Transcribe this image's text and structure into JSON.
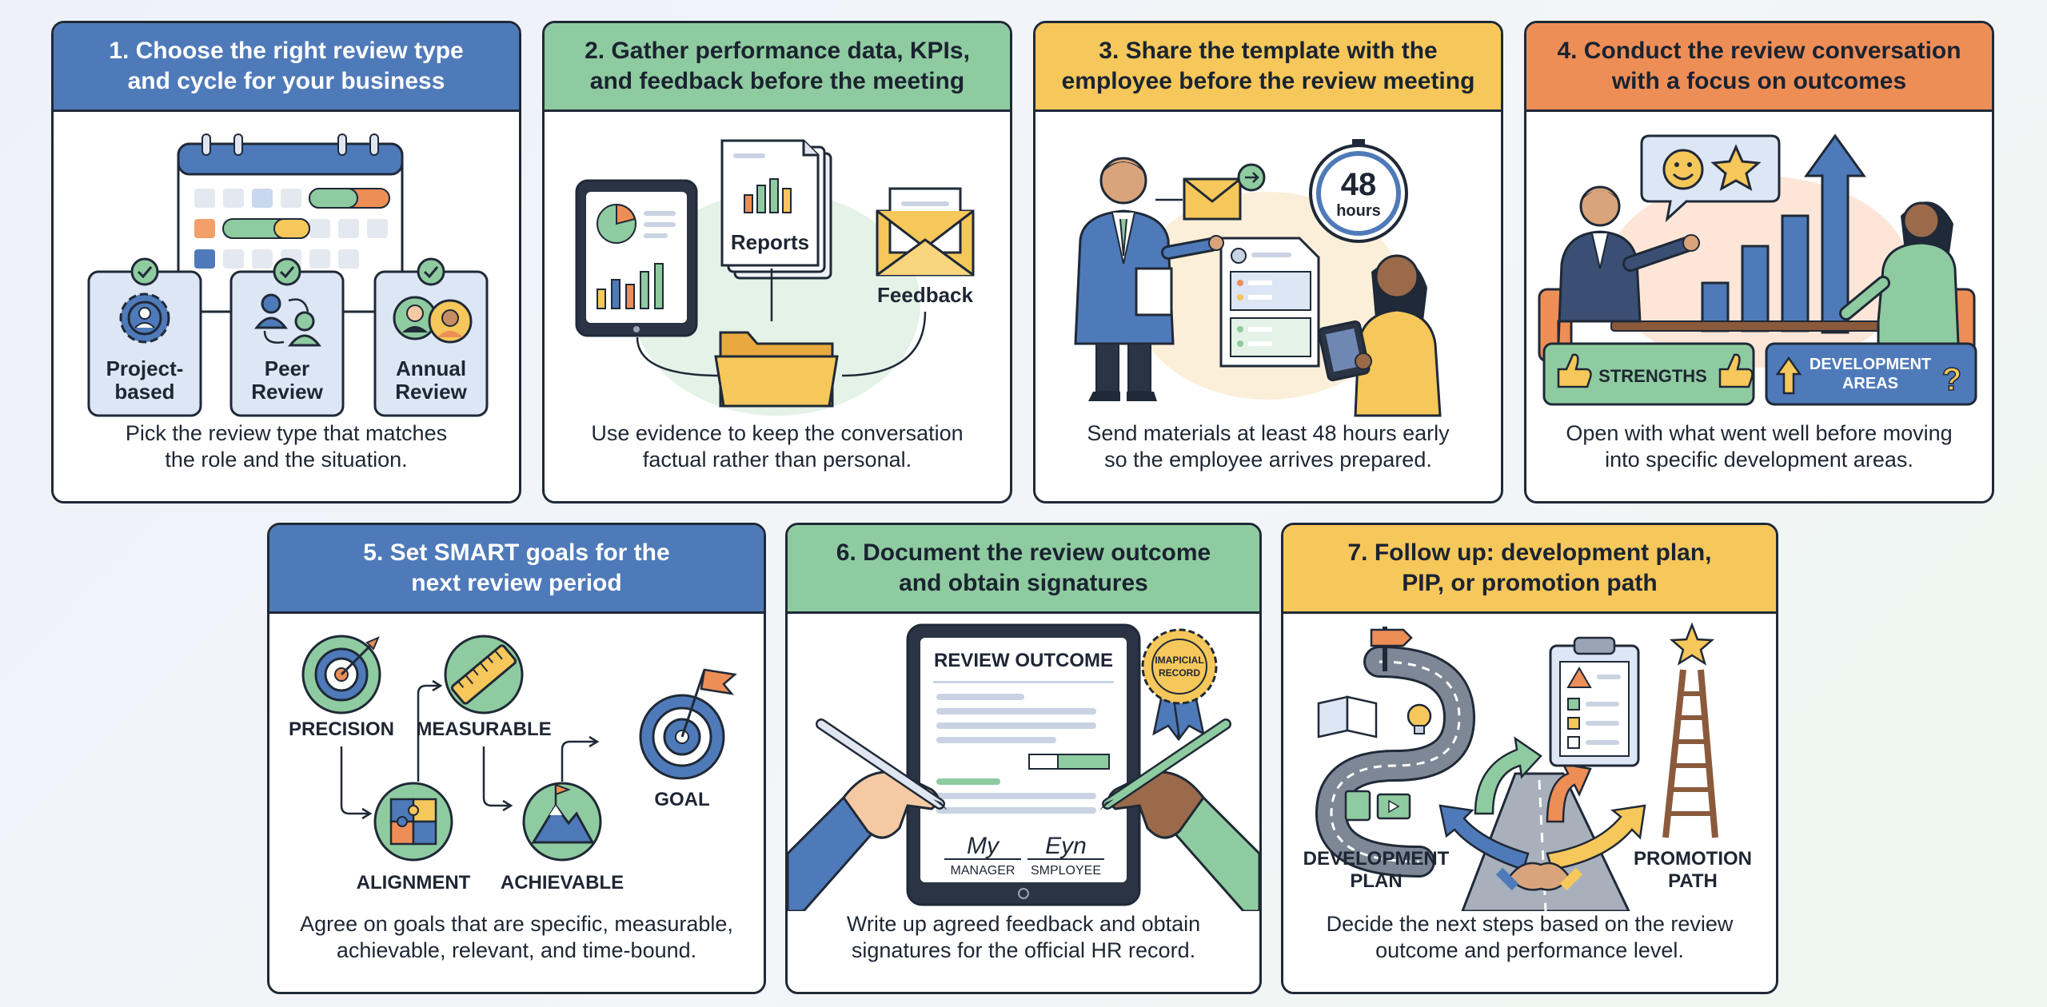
{
  "cards": [
    {
      "title": "1. Choose the right review type\nand cycle for your business",
      "caption": "Pick the review type that matches\nthe role and the situation.",
      "labels": {
        "project": "Project-\nbased",
        "peer": "Peer\nReview",
        "annual": "Annual\nReview"
      }
    },
    {
      "title": "2. Gather performance data, KPIs,\nand feedback before the meeting",
      "caption": "Use evidence to keep the conversation\nfactual rather than personal.",
      "labels": {
        "reports": "Reports",
        "feedback": "Feedback"
      }
    },
    {
      "title": "3. Share the template with the\nemployee before the review meeting",
      "caption": "Send materials at least 48 hours early\nso the employee arrives prepared.",
      "labels": {
        "timer_number": "48",
        "timer_unit": "hours"
      }
    },
    {
      "title": "4. Conduct the review conversation\nwith a focus on outcomes",
      "caption": "Open with what went well before moving\ninto specific development areas.",
      "labels": {
        "strengths": "STRENGTHS",
        "development_1": "DEVELOPMENT",
        "development_2": "AREAS"
      }
    },
    {
      "title": "5. Set SMART goals for the\nnext review period",
      "caption": "Agree on goals that are specific, measurable,\nachievable, relevant, and time-bound.",
      "labels": {
        "precision": "PRECISION",
        "measurable": "MEASURABLE",
        "alignment": "ALIGNMENT",
        "achievable": "ACHIEVABLE",
        "goal": "GOAL"
      }
    },
    {
      "title": "6. Document the review outcome\nand obtain signatures",
      "caption": "Write up agreed feedback and obtain\nsignatures for the official HR record.",
      "labels": {
        "doc_title": "REVIEW OUTCOME",
        "seal_1": "IMAPICIAL",
        "seal_2": "RECORD",
        "manager": "MANAGER",
        "employee": "SMPLOYEE",
        "sig_manager": "My",
        "sig_employee": "Eyn"
      }
    },
    {
      "title": "7. Follow up: development plan,\nPIP, or promotion path",
      "caption": "Decide the next steps based on the review\noutcome and performance level.",
      "labels": {
        "dev_1": "DEVELOPMENT",
        "dev_2": "PLAN",
        "promo_1": "PROMOTION",
        "promo_2": "PATH"
      }
    }
  ],
  "colors": {
    "blue": "#4f7ab9",
    "green": "#8fcba0",
    "yellow": "#f6c75a",
    "orange": "#ee8e57",
    "outline": "#1f2937"
  }
}
